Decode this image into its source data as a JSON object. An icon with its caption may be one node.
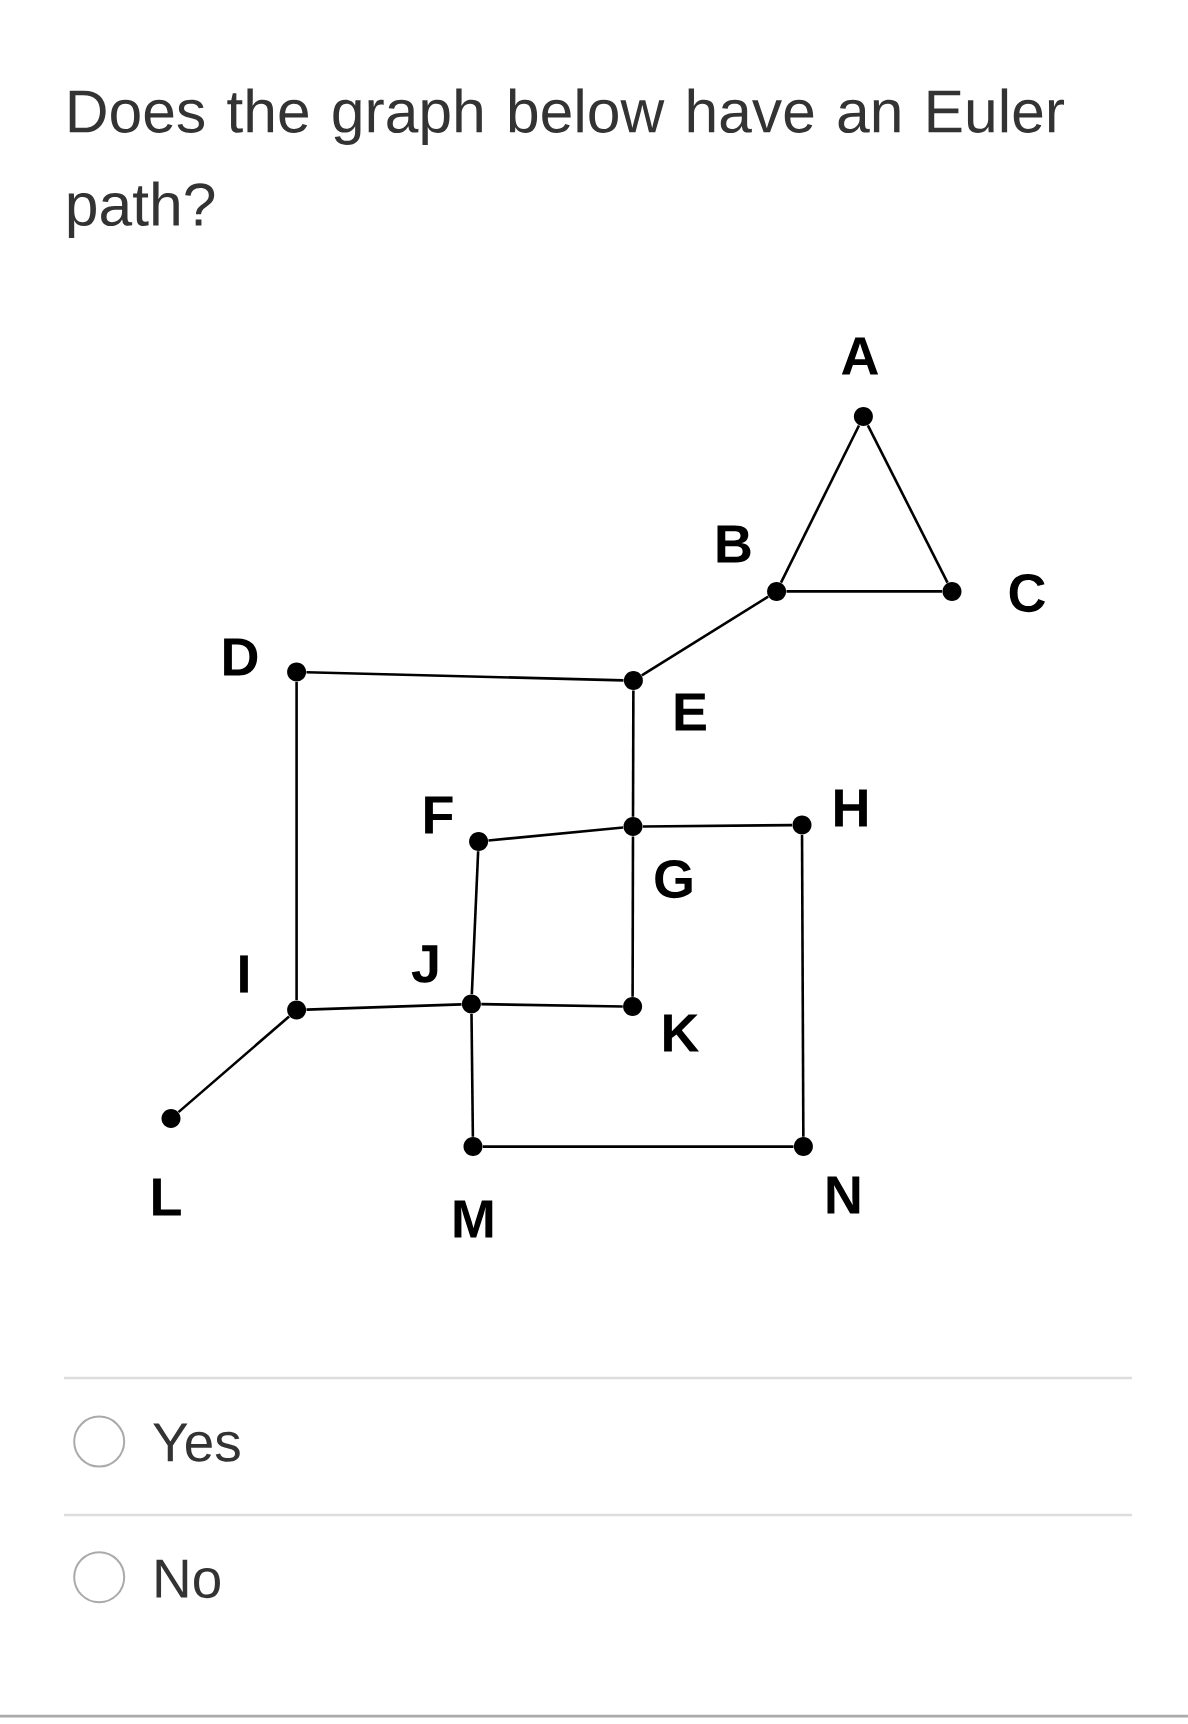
{
  "diagram": {
    "title": "Does the graph below have an Euler path?",
    "nodes": [
      {
        "text": [],
        "shape": "circle",
        "beside": [
          "A"
        ]
      },
      {
        "text": [],
        "shape": "circle",
        "beside": [
          "B"
        ]
      },
      {
        "text": [],
        "shape": "circle",
        "beside": [
          "C"
        ]
      },
      {
        "text": [],
        "shape": "circle",
        "beside": [
          "D"
        ]
      },
      {
        "text": [],
        "shape": "circle",
        "beside": [
          "E"
        ]
      },
      {
        "text": [],
        "shape": "circle",
        "beside": [
          "F"
        ]
      },
      {
        "text": [],
        "shape": "circle",
        "beside": [
          "G"
        ]
      },
      {
        "text": [],
        "shape": "circle",
        "beside": [
          "H"
        ]
      },
      {
        "text": [],
        "shape": "circle",
        "beside": [
          "I"
        ]
      },
      {
        "text": [],
        "shape": "circle",
        "beside": [
          "J"
        ]
      },
      {
        "text": [],
        "shape": "circle",
        "beside": [
          "K"
        ]
      },
      {
        "text": [],
        "shape": "circle",
        "beside": [
          "L"
        ]
      },
      {
        "text": [],
        "shape": "circle",
        "beside": [
          "M"
        ]
      },
      {
        "text": [],
        "shape": "circle",
        "beside": [
          "N"
        ]
      }
    ],
    "edges": [
      {
        "from": 0,
        "to": 1,
        "arrow": "none"
      },
      {
        "from": 0,
        "to": 2,
        "arrow": "none"
      },
      {
        "from": 1,
        "to": 2,
        "arrow": "none"
      },
      {
        "from": 1,
        "to": 4,
        "arrow": "none"
      },
      {
        "from": 3,
        "to": 4,
        "arrow": "none"
      },
      {
        "from": 3,
        "to": 8,
        "arrow": "none"
      },
      {
        "from": 4,
        "to": 6,
        "arrow": "none"
      },
      {
        "from": 5,
        "to": 6,
        "arrow": "none"
      },
      {
        "from": 6,
        "to": 7,
        "arrow": "none"
      },
      {
        "from": 5,
        "to": 9,
        "arrow": "none"
      },
      {
        "from": 6,
        "to": 10,
        "arrow": "none"
      },
      {
        "from": 7,
        "to": 13,
        "arrow": "none"
      },
      {
        "from": 8,
        "to": 9,
        "arrow": "none"
      },
      {
        "from": 9,
        "to": 10,
        "arrow": "none"
      },
      {
        "from": 8,
        "to": 11,
        "arrow": "none"
      },
      {
        "from": 9,
        "to": 12,
        "arrow": "none"
      },
      {
        "from": 12,
        "to": 13,
        "arrow": "none"
      }
    ],
    "labels": [
      "Yes",
      "No"
    ]
  }
}
